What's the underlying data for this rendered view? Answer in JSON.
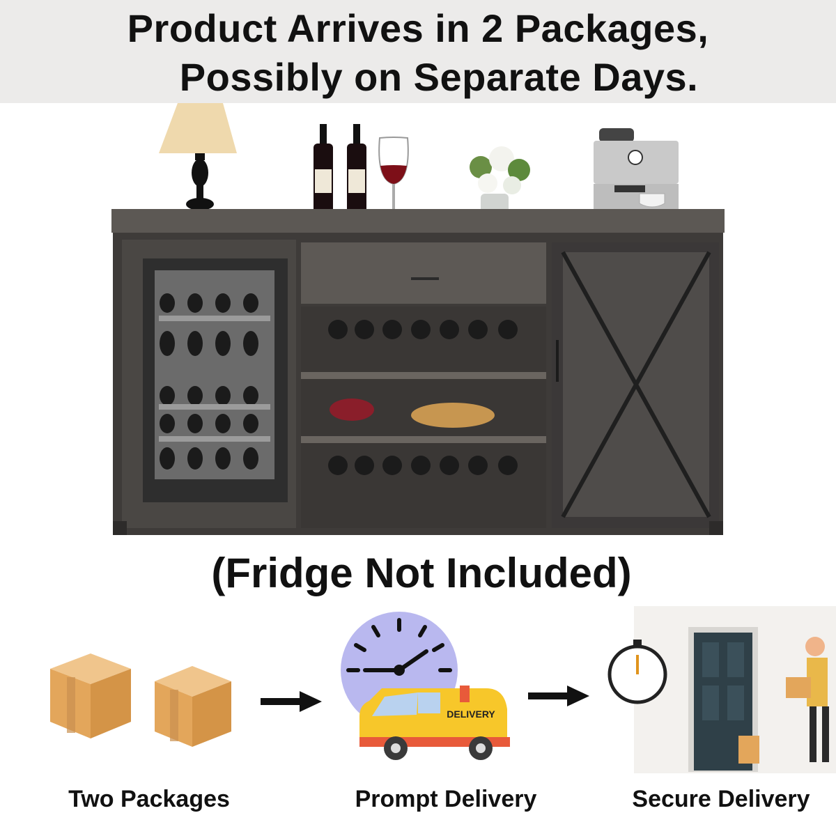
{
  "banner": {
    "line1": "Product Arrives in 2 Packages,",
    "line2": "Possibly on Separate Days."
  },
  "note": "(Fridge Not Included)",
  "steps": [
    {
      "label": "Two Packages",
      "icon": "boxes-icon"
    },
    {
      "label": "Prompt Delivery",
      "icon": "clock-van-icon",
      "van_text": "DELIVERY"
    },
    {
      "label": "Secure Delivery",
      "icon": "door-courier-icon"
    }
  ],
  "colors": {
    "banner_bg": "#ecebea",
    "cabinet": "#56524f",
    "box": "#e3a65b",
    "van": "#f7c72a",
    "clock_face": "#b9b8ef",
    "door": "#2f4048"
  }
}
